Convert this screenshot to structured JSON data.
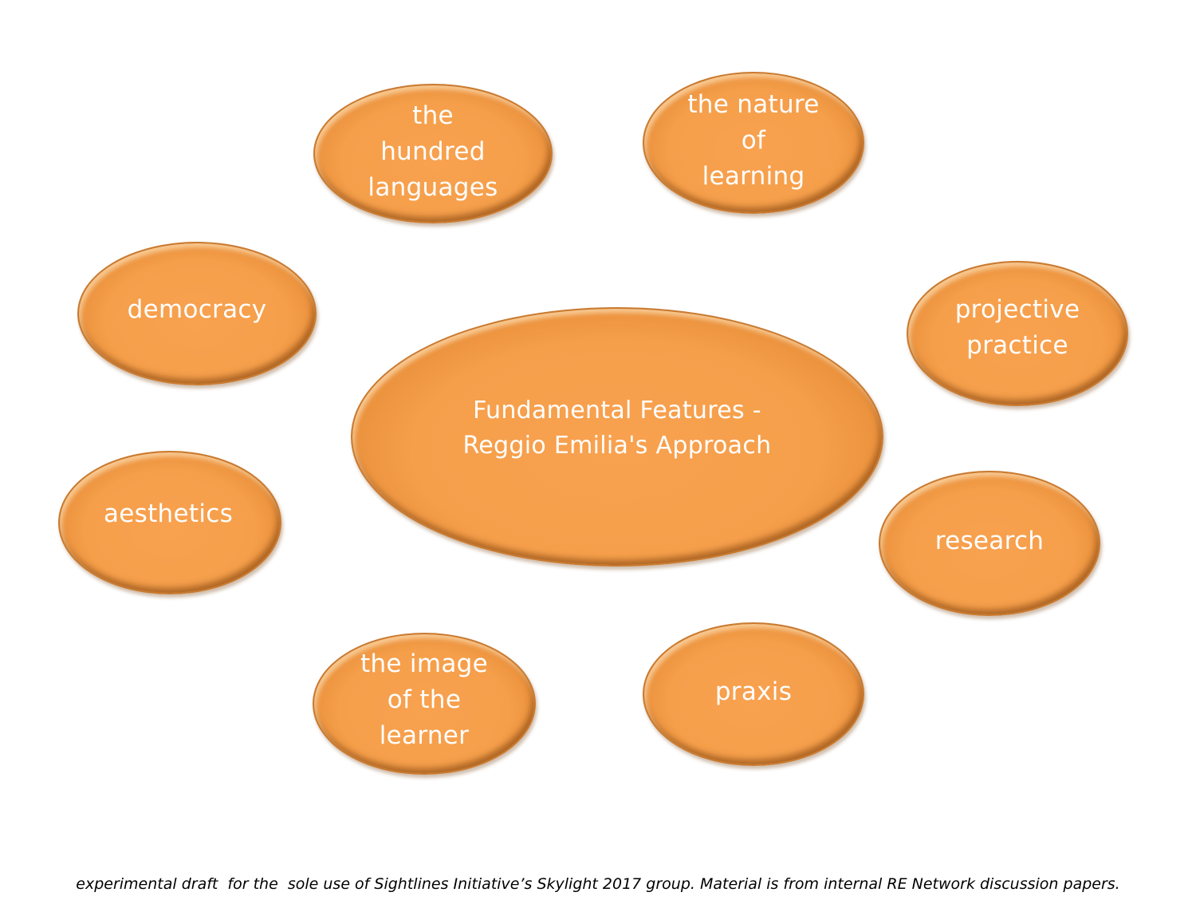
{
  "diagram": {
    "center": "Fundamental Features -\nReggio Emilia's Approach",
    "nodes": {
      "hundred_languages": "the\nhundred\nlanguages",
      "nature_of_learning": "the nature\nof\nlearning",
      "democracy": "democracy",
      "projective_practice": "projective\npractice",
      "aesthetics": "aesthetics",
      "research": "research",
      "image_of_learner": "the image\nof the\nlearner",
      "praxis": "praxis"
    }
  },
  "footer": {
    "note": "experimental draft  for the  sole use of Sightlines Initiative’s Skylight 2017 group. Material is from internal RE Network discussion papers."
  },
  "colors": {
    "bubble_fill": "#f79f4d",
    "bubble_edge": "#c97a30",
    "label_text": "#ffffff"
  }
}
